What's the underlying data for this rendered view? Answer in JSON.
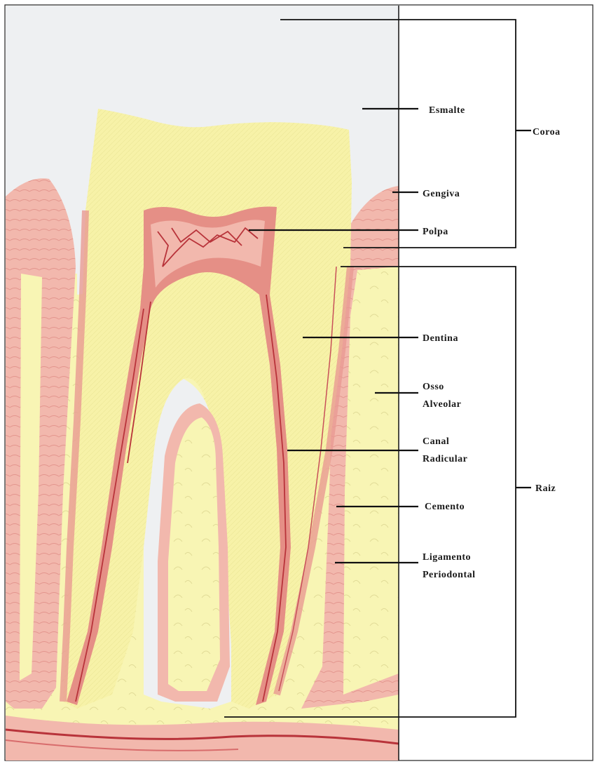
{
  "labels": {
    "esmalte": "Esmalte",
    "gengiva": "Gengiva",
    "polpa": "Polpa",
    "dentina": "Dentina",
    "osso_line1": "Osso",
    "osso_line2": "Alveolar",
    "canal_line1": "Canal",
    "canal_line2": "Radicular",
    "cemento": "Cemento",
    "ligamento_line1": "Ligamento",
    "ligamento_line2": "Periodontal"
  },
  "groups": {
    "coroa": "Coroa",
    "raiz": "Raiz"
  },
  "colors": {
    "enamel_background": "#eef0f2",
    "dentin": "#f7f2a8",
    "bone": "#f8f5b4",
    "gum": "#f2b8ad",
    "pulp": "#e58f86",
    "vessels": "#b8333a",
    "ink": "#111111"
  }
}
